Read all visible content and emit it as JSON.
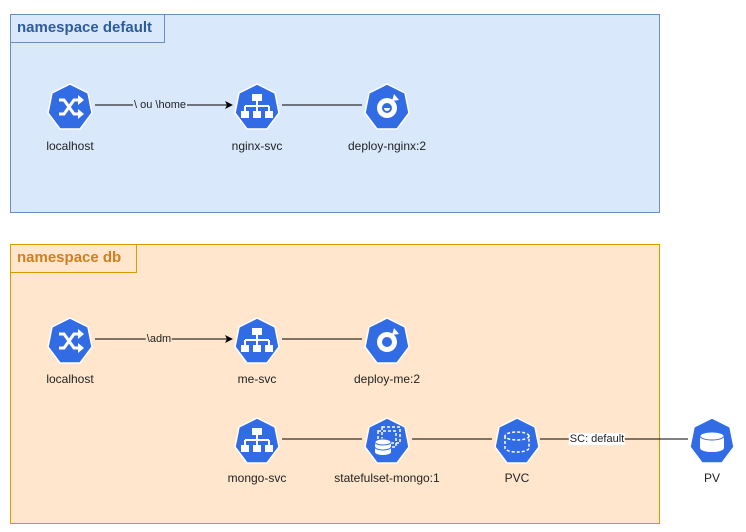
{
  "namespaces": {
    "default": {
      "title": "namespace default"
    },
    "db": {
      "title": "namespace db"
    }
  },
  "nodes": {
    "localhost1": {
      "label": "localhost",
      "icon": "ingress-icon"
    },
    "nginx_svc": {
      "label": "nginx-svc",
      "icon": "service-icon"
    },
    "deploy_nginx": {
      "label": "deploy-nginx:2",
      "icon": "deployment-icon"
    },
    "localhost2": {
      "label": "localhost",
      "icon": "ingress-icon"
    },
    "me_svc": {
      "label": "me-svc",
      "icon": "service-icon"
    },
    "deploy_me": {
      "label": "deploy-me:2",
      "icon": "deployment-icon"
    },
    "mongo_svc": {
      "label": "mongo-svc",
      "icon": "service-icon"
    },
    "statefulset_mongo": {
      "label": "statefulset-mongo:1",
      "icon": "statefulset-icon"
    },
    "pvc": {
      "label": "PVC",
      "icon": "pvc-icon"
    },
    "pv": {
      "label": "PV",
      "icon": "pv-icon"
    }
  },
  "edges": {
    "e1": {
      "label": "\\ ou \\home"
    },
    "e4": {
      "label": "\\adm"
    },
    "e8": {
      "label": "SC: default"
    }
  },
  "colors": {
    "k8s_blue": "#326ce5",
    "default_fill": "#dae8fc",
    "default_stroke": "#6c8ebf",
    "db_fill": "#ffe6cc",
    "db_stroke": "#d79b00"
  }
}
